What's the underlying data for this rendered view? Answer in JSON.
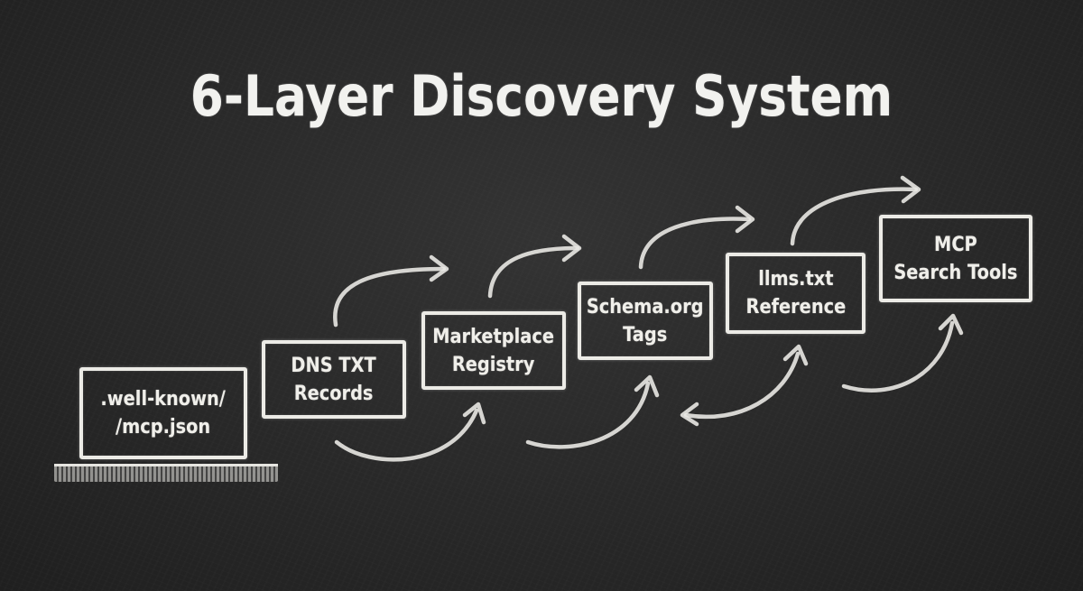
{
  "title": "6-Layer Discovery System",
  "layers": [
    {
      "label": ".well-known/\n/mcp.json"
    },
    {
      "label": "DNS TXT\nRecords"
    },
    {
      "label": "Marketplace\nRegistry"
    },
    {
      "label": "Schema.org\nTags"
    },
    {
      "label": "llms.txt\nReference"
    },
    {
      "label": "MCP\nSearch Tools"
    }
  ],
  "colors": {
    "chalk": "#ecebe6",
    "board": "#2a2a2a"
  }
}
